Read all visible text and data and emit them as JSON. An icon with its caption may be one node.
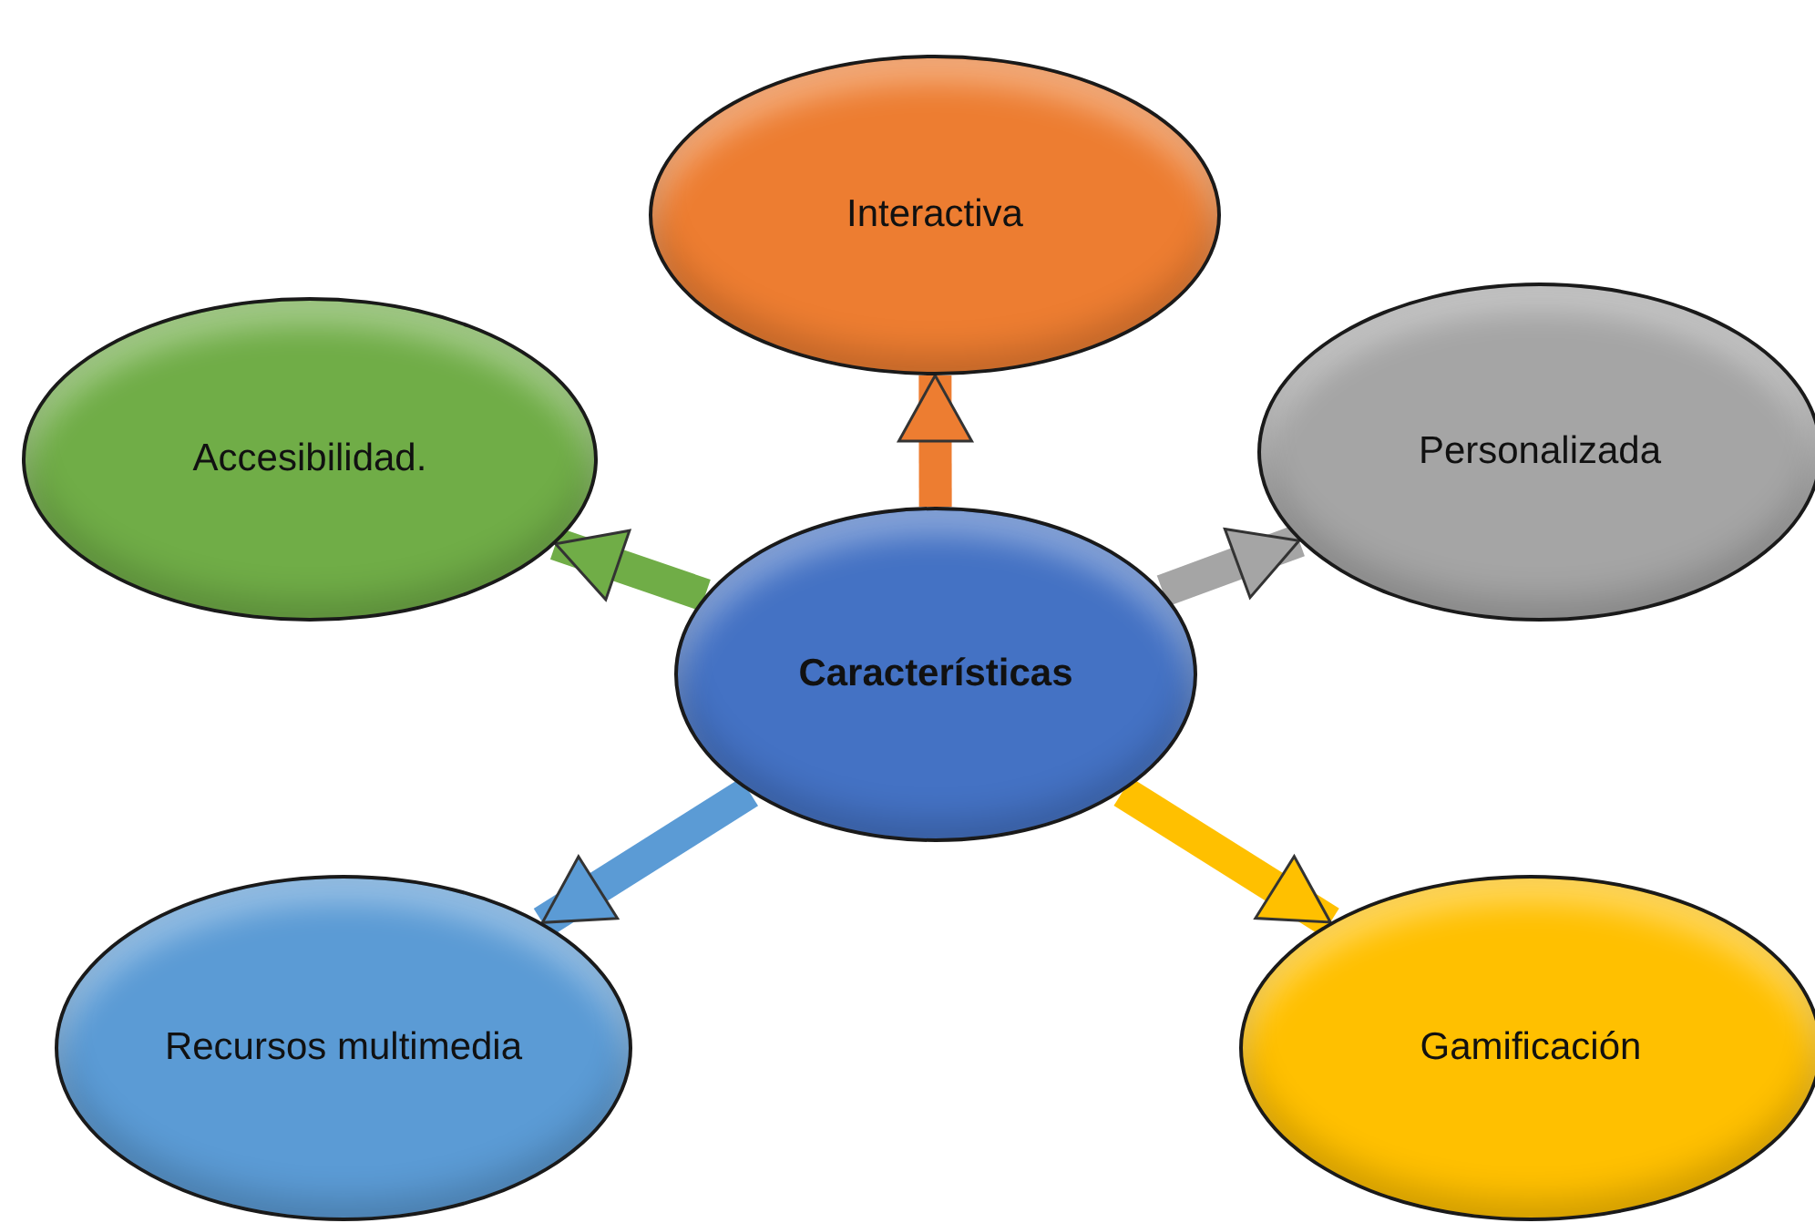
{
  "diagram": {
    "nodes": [
      {
        "text": [
          "Interactiva"
        ]
      },
      {
        "text": [
          "Accesibilidad."
        ]
      },
      {
        "text": [
          "Personalizada"
        ]
      },
      {
        "text": [
          "Características"
        ]
      },
      {
        "text": [
          "Recursos multimedia"
        ]
      },
      {
        "text": [
          "Gamificación"
        ]
      }
    ],
    "edges": [
      {
        "from": 3,
        "to": 0,
        "arrow": "to",
        "color": "#ed7d31"
      },
      {
        "from": 3,
        "to": 1,
        "arrow": "to",
        "color": "#70ad47"
      },
      {
        "from": 3,
        "to": 2,
        "arrow": "to",
        "color": "#a5a5a5"
      },
      {
        "from": 3,
        "to": 4,
        "arrow": "to",
        "color": "#5b9bd5"
      },
      {
        "from": 3,
        "to": 5,
        "arrow": "to",
        "color": "#ffc000"
      }
    ]
  }
}
